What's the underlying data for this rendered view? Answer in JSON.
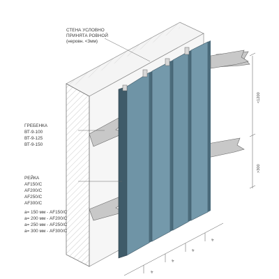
{
  "labels": {
    "wall_note": [
      "СТЕНА УСЛОВНО",
      "ПРИНЯТА РОВНОЙ",
      "(неровн. <3мм)"
    ],
    "comb": [
      "ГРЕБЕНКА",
      "ВТ-9-100",
      "ВТ-9-125",
      "ВТ-9-150"
    ],
    "rail": [
      "РЕЙКА",
      "AF150/C",
      "AF200/C",
      "AF250/C",
      "AF300/C"
    ],
    "spacing": [
      "а= 150 мм - AF150/C",
      "а= 200 мм - AF200/C",
      "а= 250 мм - AF250/C",
      "а= 300 мм - AF300/C"
    ]
  },
  "dimensions": {
    "top_vertical": "<1200",
    "lower_vertical": ">300",
    "module": "a"
  },
  "colors": {
    "panel_face": "#6f94a6",
    "panel_side": "#4b6b7b",
    "panel_dark": "#3f5b69",
    "bracket": "#c8c8c8",
    "wall": "#f1f1f1",
    "hatch": "#bdbdbd",
    "line": "#555555"
  }
}
